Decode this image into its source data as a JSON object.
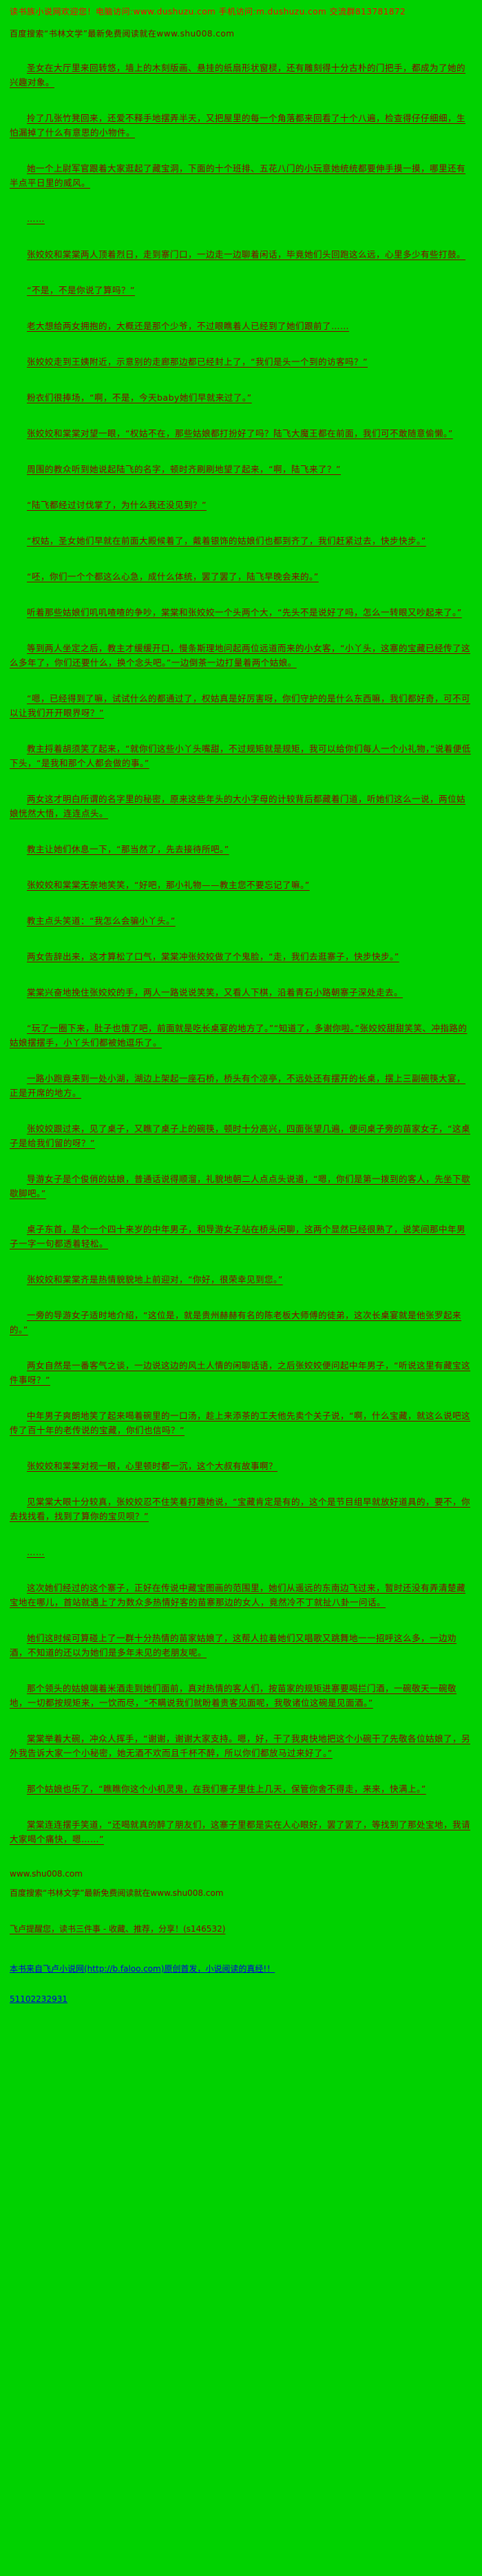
{
  "colors": {
    "background": "#00d200",
    "header_red": "#ff0000",
    "body_text": "#8b0000",
    "link_blue": "#0000dd"
  },
  "header": {
    "line1": "读书族小说网欢迎您！电脑访问:www.dushuzu.com 手机访问:m.dushuzu.com 交流群813781872",
    "line2": "百度搜索“书林文学”最新免费阅读就在www.shu008.com"
  },
  "paragraphs": [
    "圣女在大厅里来回转悠，墙上的木刻版画、悬挂的纸扇形状窗棂，还有雕刻得十分古朴的门把手，都成为了她的兴趣对象。",
    "拎了几张竹凳回来，还爱不释手地摆弄半天，又把屋里的每一个角落都来回看了十个八遍，检查得仔仔细细，生怕漏掉了什么有意思的小物件。",
    "她一个上尉军官跟着大家逛起了藏宝洞，下面的十个班排、五花八门的小玩意她统统都要伸手摸一摸，哪里还有半点平日里的威风。",
    "……",
    "张姣姣和棠棠两人顶着烈日，走到寨门口，一边走一边聊着闲话，毕竟她们头回跑这么远，心里多少有些打鼓。",
    "“不是，不是你说了算吗？”",
    "老大想给两女拥抱的，大概还是那个少爷，不过眼瞧着人已经到了她们跟前了……",
    "张姣姣走到王姨附近，示意别的走廊那边都已经封上了，“我们是头一个到的访客吗？”",
    "粉衣们很捧场，“啊，不是，今天baby她们早就来过了。”",
    "张姣姣和棠棠对望一眼，“权姑不在，那些姑娘都打扮好了吗？陆飞大魔王都在前面，我们可不敢随意偷懒。”",
    "周围的教众听到她说起陆飞的名字，顿时齐刷刷地望了起来，“啊，陆飞来了？”",
    "“陆飞都经过讨伐掌了，为什么我还没见到？”",
    "“权姑，圣女她们早就在前面大殿候着了，戴着银饰的姑娘们也都到齐了，我们赶紧过去，快步快步。”",
    "“呸，你们一个个都这么心急，成什么体统，罢了罢了，陆飞早晚会来的。”",
    "听着那些姑娘们叽叽喳喳的争吵，棠棠和张姣姣一个头两个大，“先头不是说好了吗，怎么一转眼又吵起来了。”",
    "等到两人坐定之后，教主才缓缓开口，慢条斯理地问起两位远道而来的小女客，“小丫头，这寨的宝藏已经传了这么多年了，你们还要什么，换个念头吧。”一边倒茶一边打量着两个姑娘。",
    "“嗯，已经得到了嘛，试试什么的都通过了，权姑真是好厉害呀，你们守护的是什么东西嘛，我们都好奇，可不可以让我们开开眼界呀？”",
    "教主捋着胡须笑了起来，“就你们这些小丫头嘴甜，不过规矩就是规矩，我可以给你们每人一个小礼物，”说着便低下头，“是我和那个人都会做的事。”",
    "两女这才明白所谓的名字里的秘密，原来这些年头的大小字母的计较背后都藏着门道，听她们这么一说，两位姑娘恍然大悟，连连点头。",
    "教主让她们休息一下，“那当然了，先去接待所吧。”",
    "张姣姣和棠棠无奈地笑笑，“好吧，那小礼物——教主您不要忘记了嘛。”",
    "教主点头笑道：“我怎么会骗小丫头。”",
    "两女告辞出来，这才算松了口气，棠棠冲张姣姣做了个鬼脸，“走，我们去逛寨子，快步快步。”",
    "棠棠兴奋地挽住张姣姣的手，两人一路说说笑笑，又看人下棋，沿着青石小路朝寨子深处走去。",
    "“玩了一圈下来，肚子也饿了吧，前面就是吃长桌宴的地方了。”“知道了，多谢你啦。”张姣姣甜甜笑笑、冲指路的姑娘摆摆手，小丫头们都被她逗乐了。",
    "一路小跑竟来到一处小湖，湖边上架起一座石桥，桥头有个凉亭，不远处还有摆开的长桌，摆上三副碗筷大宴，正是开席的地方。",
    "张姣姣跟过来，见了桌子，又瞧了桌子上的碗筷，顿时十分高兴，四面张望几遍，便问桌子旁的苗家女子，“这桌子是给我们留的呀？”",
    "导游女子是个俊俏的姑娘，普通话说得顺溜，礼貌地朝二人点点头说道，“嗯，你们是第一拨到的客人，先坐下歇歇脚吧。”",
    "桌子东首，是个一个四十来岁的中年男子，和导游女子站在桥头闲聊，这两个显然已经很熟了，说笑间那中年男子一字一句都透着轻松。",
    "张姣姣和棠棠齐是热情貌貌地上前迎对，“你好，很荣幸见到您。”",
    "一旁的导游女子适时地介绍，“这位是，就是贵州赫赫有名的陈老板大师傅的徒弟，这次长桌宴就是他张罗起来的。”",
    "两女自然是一番客气之谈，一边说这边的风土人情的闲聊话语，之后张姣姣便问起中年男子，“听说这里有藏宝这件事呀？”",
    "中年男子爽朗地笑了起来喝着碗里的一口汤，趁上来添茶的工夫他先卖个关子说，“啊，什么宝藏，就这么说吧这传了百十年的老传说的宝藏，你们也信吗？”",
    "张姣姣和棠棠对视一眼，心里顿时都一沉，这个大叔有故事啊？",
    "见棠棠大眼十分较真，张姣姣忍不住笑着打趣她说，“宝藏肯定是有的，这个是节目组早就放好道具的，要不，你去找找看，找到了算你的宝贝呗？”",
    "……",
    "这次她们经过的这个寨子，正好在传说中藏宝图画的范围里，她们从遥远的东南边飞过来，暂时还没有弄清楚藏宝地在哪儿，首站就遇上了为数众多热情好客的苗寨那边的女人，竟然冷不丁就扯八卦一问话。",
    "她们这时候可算碰上了一群十分热情的苗家姑娘了，这帮人拉着她们又唱歌又跳舞地一一招呼这么多，一边劝酒，不知道的还以为她们是多年未见的老朋友呢。",
    "那个领头的姑娘端着米酒走到她们面前，真对热情的客人们，按苗家的规矩进寨要喝拦门酒，一碗敬天一碗敬地，一切都按规矩来，一饮而尽，“不瞒说我们就盼着贵客见面呢，我敬诸位这碗是见面酒。”",
    "棠棠举着大碗，冲众人挥手，“谢谢，谢谢大家支持。嗯，好，干了我爽快地把这个小碗干了先敬各位姑娘了，另外我告诉大家一个小秘密，她无酒不欢而且千杯不醉，所以你们都放马过来好了。”",
    "那个姑娘也乐了，“瞧瞧你这个小机灵鬼，在我们寨子里住上几天，保管你舍不得走，来来，快满上。”",
    "棠棠连连摆手笑道，“还喝就真的醉了朋友们，这寨子里都是实在人心眼好，罢了罢了，等找到了那处宝地，我请大家喝个痛快，嗯……”"
  ],
  "footer": {
    "site": "www.shu008.com",
    "search_line": "百度搜索“书林文学”最新免费阅读就在www.shu008.com",
    "tip": "飞卢提醒您，读书三件事 - 收藏、推荐，分享！(s146532)",
    "source_link": "本书来自飞卢小说网(http://b.faloo.com)原创首发，小说阅读的真经!！",
    "number": "51102232931"
  }
}
